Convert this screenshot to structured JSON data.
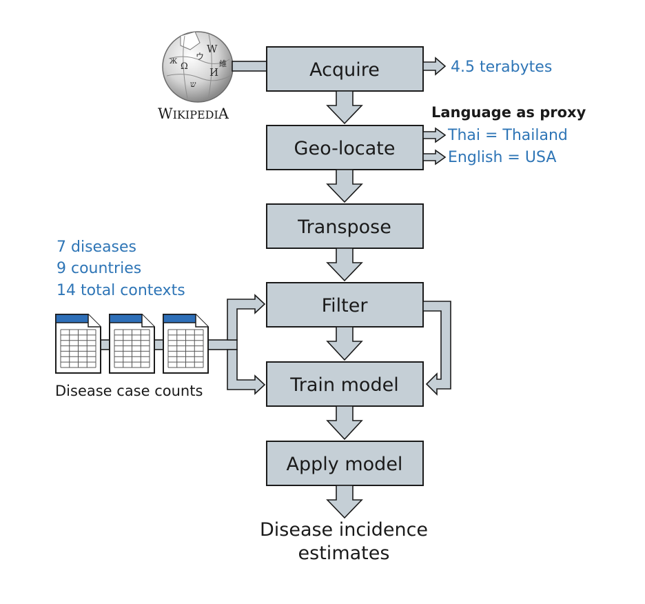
{
  "source": {
    "name_initial": "W",
    "name_rest": "IKIPEDI",
    "name_final": "A",
    "globe_glyphs": [
      "W",
      "Ω",
      "И",
      "ウ",
      "維",
      "ש",
      "Ж"
    ]
  },
  "stages": [
    {
      "id": "acquire",
      "label": "Acquire"
    },
    {
      "id": "geo-locate",
      "label": "Geo-locate"
    },
    {
      "id": "transpose",
      "label": "Transpose"
    },
    {
      "id": "filter",
      "label": "Filter"
    },
    {
      "id": "train-model",
      "label": "Train model"
    },
    {
      "id": "apply-model",
      "label": "Apply model"
    }
  ],
  "acquire_output": "4.5 terabytes",
  "language_proxy": {
    "title": "Language as proxy",
    "examples": [
      "Thai = Thailand",
      "English = USA"
    ]
  },
  "case_data": {
    "stats": [
      "7 diseases",
      "9 countries",
      "14 total contexts"
    ],
    "label": "Disease case counts"
  },
  "outcome": {
    "line1": "Disease incidence",
    "line2": "estimates"
  },
  "colors": {
    "box_fill": "#c5cfd6",
    "accent_blue": "#2e75b6",
    "doc_header": "#2e6fb8",
    "ink": "#1a1a1a"
  }
}
